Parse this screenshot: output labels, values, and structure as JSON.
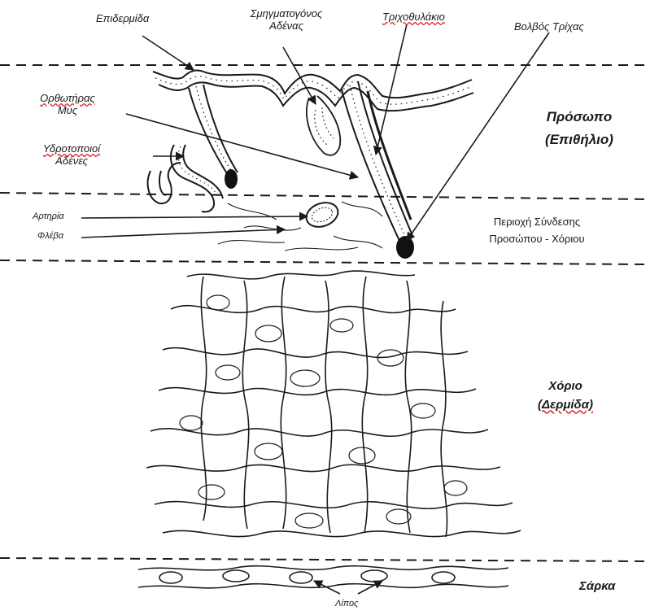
{
  "labels": {
    "epidermis": "Επιδερμίδα",
    "sebaceous_l1": "Σμηγματογόνος",
    "sebaceous_l2": "Αδένας",
    "follicle": "Τριχοθυλάκιο",
    "bulb": "Βολβός Τρίχας",
    "arrector_l1": "Ορθωτήρας",
    "arrector_l2": "Μυς",
    "sweat_l1": "Υδροτοποιοί",
    "sweat_l2": "Αδένες",
    "artery": "Αρτηρία",
    "vein": "Φλέβα",
    "fat": "Λίπος"
  },
  "zones": {
    "face_l1": "Πρόσωπο",
    "face_l2": "(Επιθήλιο)",
    "junction_l1": "Περιοχή Σύνδεσης",
    "junction_l2": "Προσώπου - Χόριου",
    "dermis_l1": "Χόριο",
    "dermis_l2": "(Δερμίδα)",
    "flesh": "Σάρκα"
  },
  "colors": {
    "ink": "#1a1a1a",
    "paper": "#ffffff"
  }
}
